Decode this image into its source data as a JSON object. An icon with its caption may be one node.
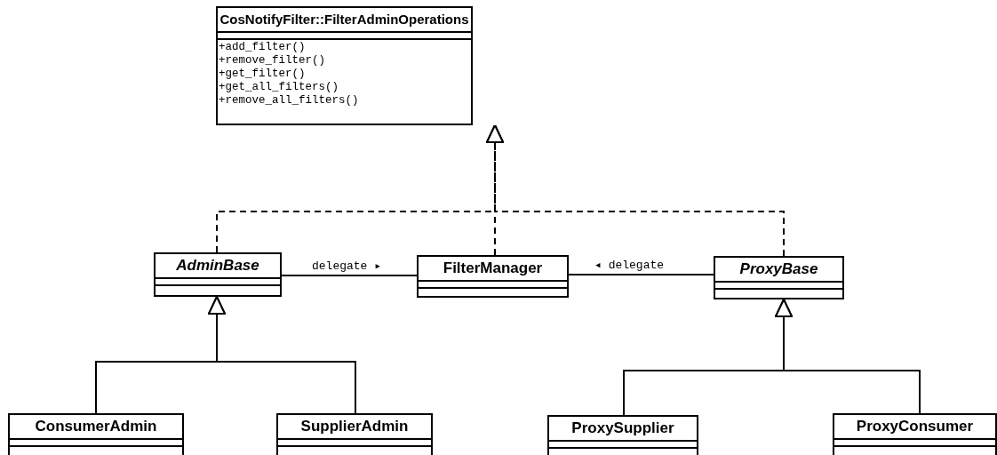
{
  "diagram": {
    "nodes": [
      {
        "text": [
          "CosNotifyFilter::FilterAdminOperations",
          "+add_filter()",
          "+remove_filter()",
          "+get_filter()",
          "+get_all_filters()",
          "+remove_all_filters()"
        ]
      },
      {
        "text": [
          "AdminBase"
        ]
      },
      {
        "text": [
          "FilterManager"
        ]
      },
      {
        "text": [
          "ProxyBase"
        ]
      },
      {
        "text": [
          "ConsumerAdmin"
        ]
      },
      {
        "text": [
          "SupplierAdmin"
        ]
      },
      {
        "text": [
          "ProxySupplier"
        ]
      },
      {
        "text": [
          "ProxyConsumer"
        ]
      }
    ],
    "edges": [
      {
        "from": 1,
        "to": 0,
        "arrow": "to",
        "style": "dashed"
      },
      {
        "from": 2,
        "to": 0,
        "arrow": "to",
        "style": "dashed"
      },
      {
        "from": 3,
        "to": 0,
        "arrow": "to",
        "style": "dashed"
      },
      {
        "from": 1,
        "to": 2,
        "arrow": "none",
        "label": "delegate ▸"
      },
      {
        "from": 3,
        "to": 2,
        "arrow": "none",
        "label": "◂ delegate"
      },
      {
        "from": 4,
        "to": 1,
        "arrow": "to"
      },
      {
        "from": 5,
        "to": 1,
        "arrow": "to"
      },
      {
        "from": 6,
        "to": 3,
        "arrow": "to"
      },
      {
        "from": 7,
        "to": 3,
        "arrow": "to"
      }
    ]
  }
}
